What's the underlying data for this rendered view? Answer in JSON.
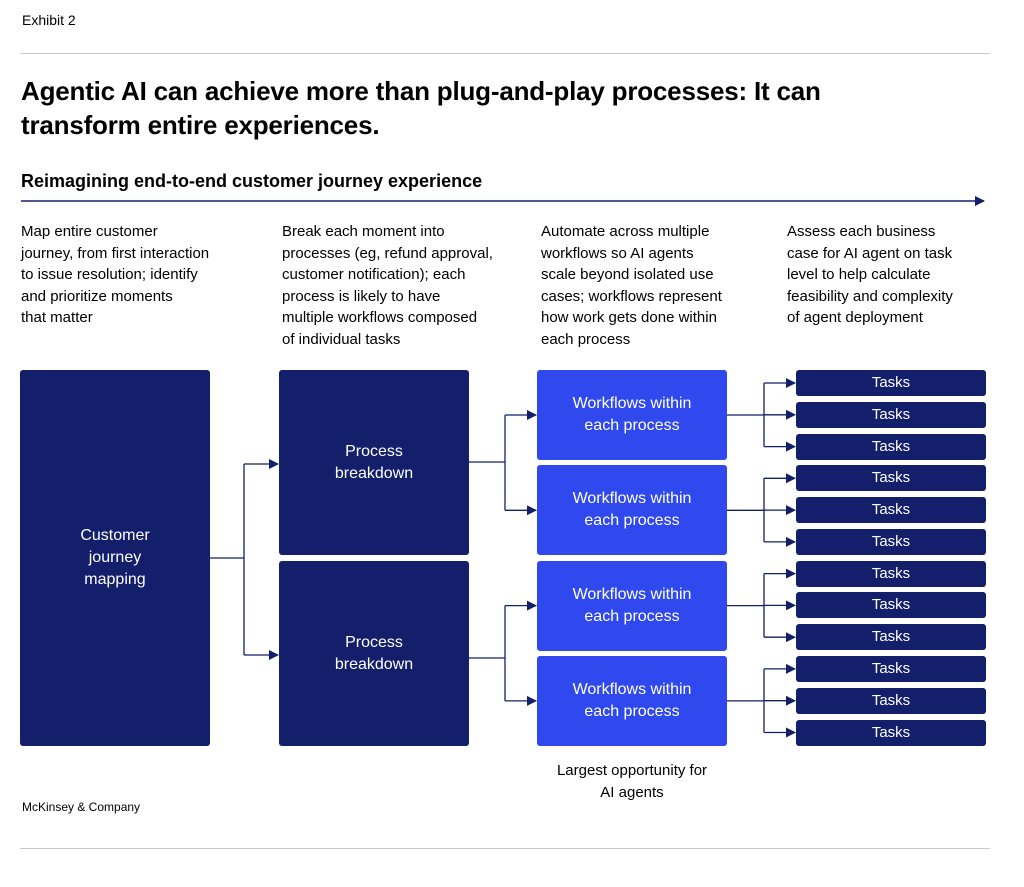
{
  "header": {
    "exhibit_label": "Exhibit 2",
    "title": "Agentic AI can achieve more than plug-and-play processes: It can transform entire experiences.",
    "subtitle": "Reimagining end-to-end customer journey experience"
  },
  "columns": [
    {
      "description": "Map entire customer\njourney, from first interaction\nto issue resolution; identify\nand prioritize moments\nthat matter"
    },
    {
      "description": "Break each moment into\nprocesses (eg, refund approval,\ncustomer notification); each\nprocess is likely to have\nmultiple workflows composed\nof individual tasks"
    },
    {
      "description": "Automate across multiple\nworkflows so AI agents\nscale beyond isolated use\ncases; workflows represent\nhow work gets done within\neach process"
    },
    {
      "description": "Assess each business\ncase for AI agent on task\nlevel to help calculate\nfeasibility and complexity\nof agent deployment"
    }
  ],
  "diagram": {
    "journey_label": "Customer\njourney\nmapping",
    "processes": [
      {
        "label": "Process\nbreakdown"
      },
      {
        "label": "Process\nbreakdown"
      }
    ],
    "workflows": [
      {
        "label": "Workflows within\neach process",
        "tasks": [
          "Tasks",
          "Tasks",
          "Tasks"
        ]
      },
      {
        "label": "Workflows within\neach process",
        "tasks": [
          "Tasks",
          "Tasks",
          "Tasks"
        ]
      },
      {
        "label": "Workflows within\neach process",
        "tasks": [
          "Tasks",
          "Tasks",
          "Tasks"
        ]
      },
      {
        "label": "Workflows within\neach process",
        "tasks": [
          "Tasks",
          "Tasks",
          "Tasks"
        ]
      }
    ],
    "workflow_caption": "Largest opportunity for\nAI agents"
  },
  "footer": {
    "source": "McKinsey & Company"
  },
  "colors": {
    "navy": "#131f6b",
    "bright_blue": "#2f49ef",
    "connector": "#131f6b"
  }
}
